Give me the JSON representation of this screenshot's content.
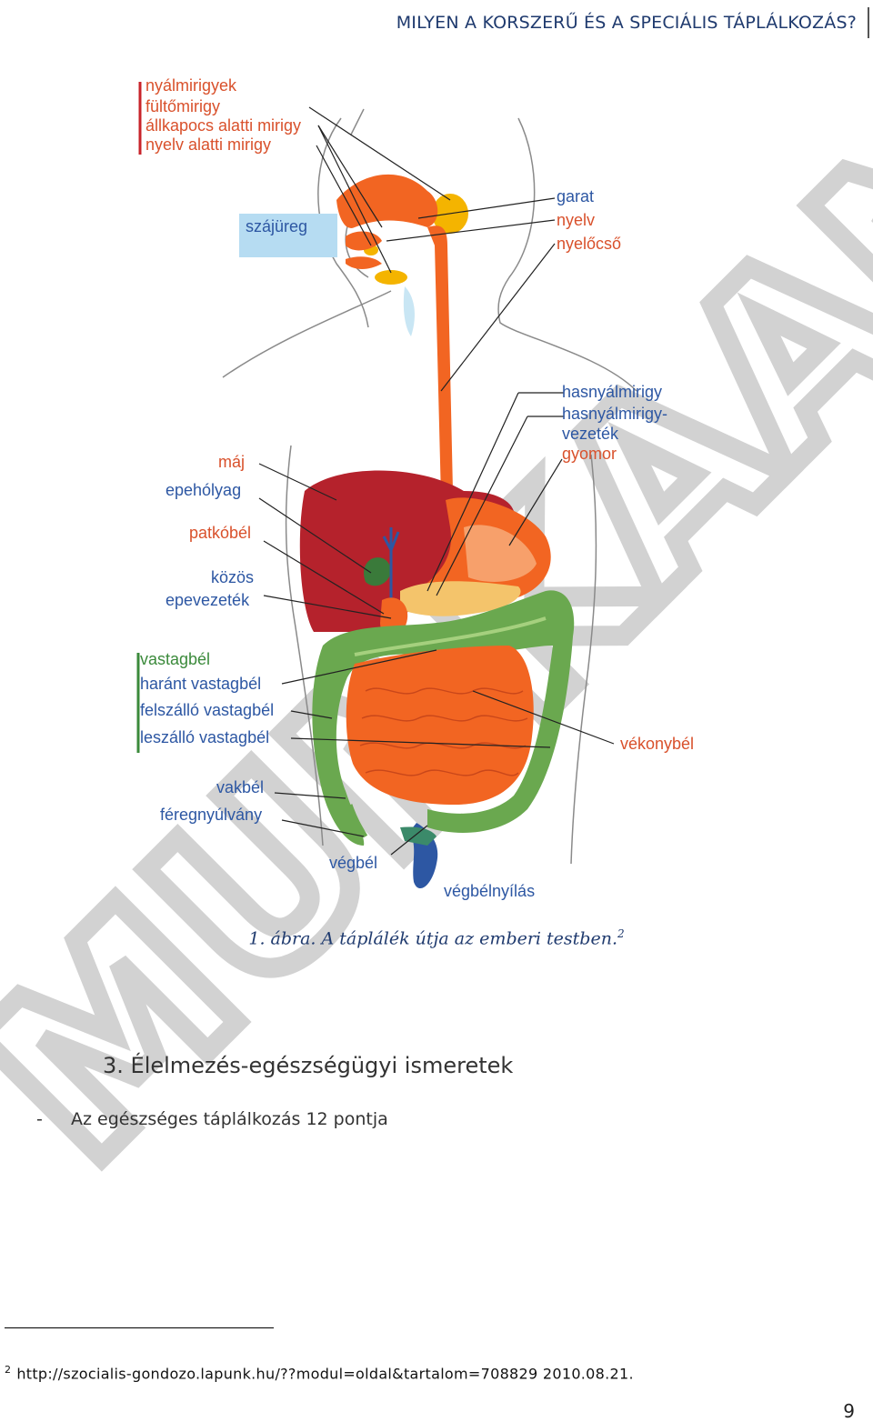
{
  "header": {
    "title": "MILYEN A KORSZERŰ ÉS A SPECIÁLIS TÁPLÁLKOZÁS?"
  },
  "watermark": {
    "text": "MUNKAANYAG",
    "color": "#cfcfcf"
  },
  "figure": {
    "labels": {
      "nyalmirigyek": "nyálmirigyek",
      "fultomirigy": "fültőmirigy",
      "allkapocs": "állkapocs alatti mirigy",
      "nyelv_alatti": "nyelv alatti mirigy",
      "szajureg": "szájüreg",
      "garat": "garat",
      "nyelv": "nyelv",
      "nyelocso": "nyelőcső",
      "hasnyalmirigy": "hasnyálmirigy",
      "hasnyalmirigy_vezetek_1": "hasnyálmirigy-",
      "hasnyalmirigy_vezetek_2": "vezeték",
      "gyomor": "gyomor",
      "maj": "máj",
      "epeholyag": "epehólyag",
      "patkobel": "patkóbél",
      "kozos_1": "közös",
      "kozos_2": "epevezeték",
      "vastagbel": "vastagbél",
      "harant": "haránt vastagbél",
      "felszallo": "felszálló vastagbél",
      "leszallo": "leszálló vastagbél",
      "vakbel": "vakbél",
      "feregnyulvany": "féregnyúlvány",
      "vegbel": "végbél",
      "vegbelnyilas": "végbélnyílás",
      "vekonybel": "vékonybél"
    },
    "colors": {
      "label_red": "#d9512c",
      "label_blue": "#2d57a3",
      "label_green": "#3b8a3b",
      "bracket_red": "#c8232a",
      "organ_orange": "#f26522",
      "liver": "#b5222c",
      "colon": "#6aa84f",
      "gland": "#f4b400",
      "szajureg_bg": "#b6dcf2"
    },
    "caption_text": "1. ábra. A táplálék útja az emberi testben.",
    "caption_ref": "2"
  },
  "section": {
    "heading": "3. Élelmezés-egészségügyi ismeretek",
    "list_dash": "-",
    "list_item": "Az egészséges táplálkozás 12 pontja"
  },
  "footnote": {
    "number": "2",
    "text": "http://szocialis-gondozo.lapunk.hu/??modul=oldal&tartalom=708829 2010.08.21."
  },
  "page_number": "9"
}
